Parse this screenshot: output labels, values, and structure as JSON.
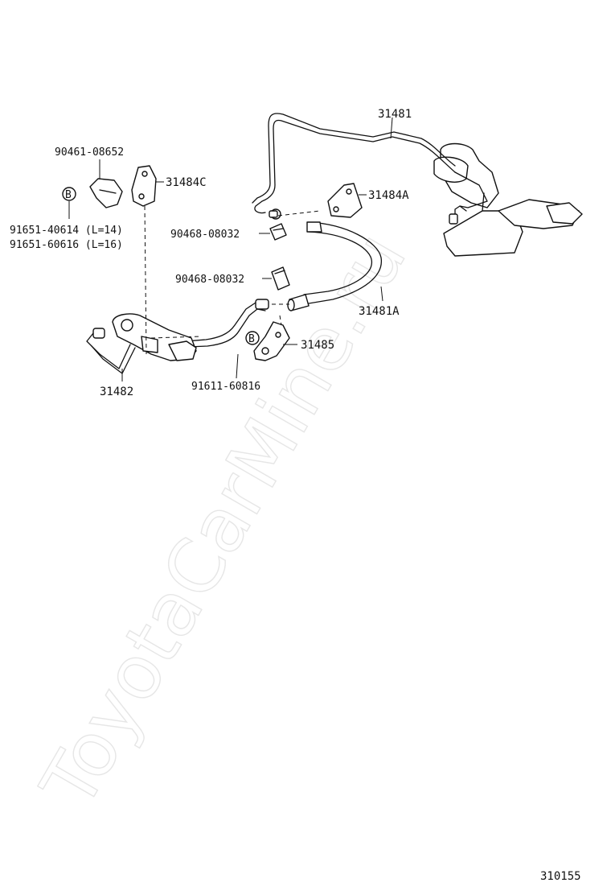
{
  "watermark": "ToyotaCarMine.ru",
  "diagram_number": "310155",
  "callouts": {
    "p31481": "31481",
    "p31484A": "31484A",
    "p31484C": "31484C",
    "p90461": "90461-08652",
    "p91651a": "91651-40614 (L=14)",
    "p91651b": "91651-60616 (L=16)",
    "p90468a": "90468-08032",
    "p90468b": "90468-08032",
    "p31481A": "31481A",
    "p31485": "31485",
    "p91611": "91611-60816",
    "p31482": "31482"
  },
  "bolt_badge": "B"
}
